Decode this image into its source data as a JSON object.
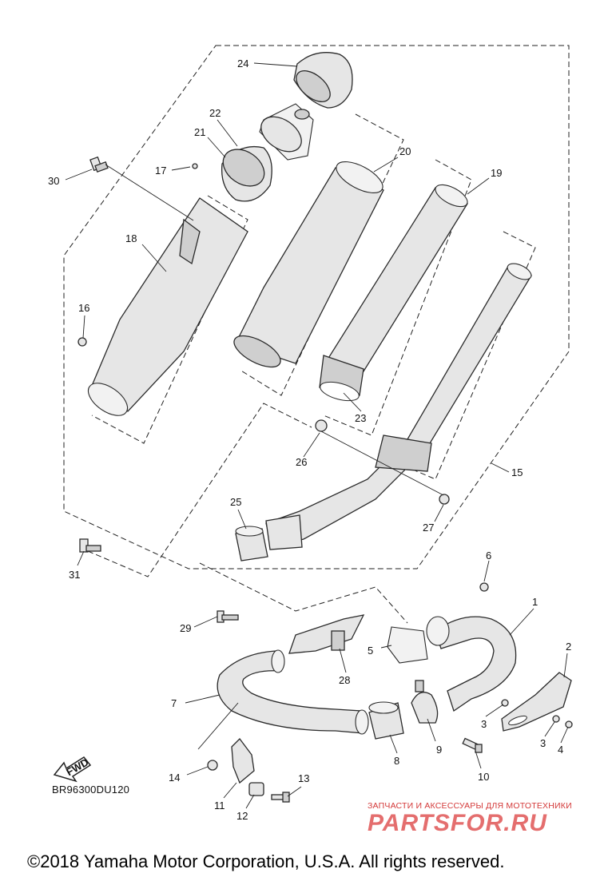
{
  "diagram": {
    "code": "BR96300DU120",
    "fwd_label": "FWD",
    "callouts": [
      "1",
      "2",
      "3",
      "3",
      "3",
      "4",
      "5",
      "6",
      "7",
      "8",
      "9",
      "10",
      "11",
      "12",
      "13",
      "14",
      "15",
      "16",
      "17",
      "18",
      "19",
      "20",
      "21",
      "22",
      "23",
      "24",
      "25",
      "26",
      "27",
      "28",
      "29",
      "30",
      "31"
    ]
  },
  "watermark": {
    "tagline": "ЗАПЧАСТИ И АКСЕССУАРЫ ДЛЯ МОТОТЕХНИКИ",
    "brand": "PARTSFOR.RU"
  },
  "footer": {
    "copyright": "©2018 Yamaha Motor Corporation, U.S.A. All rights reserved."
  },
  "colors": {
    "line": "#2a2a2a",
    "part_fill": "#e6e6e6",
    "watermark": "#e05555"
  }
}
